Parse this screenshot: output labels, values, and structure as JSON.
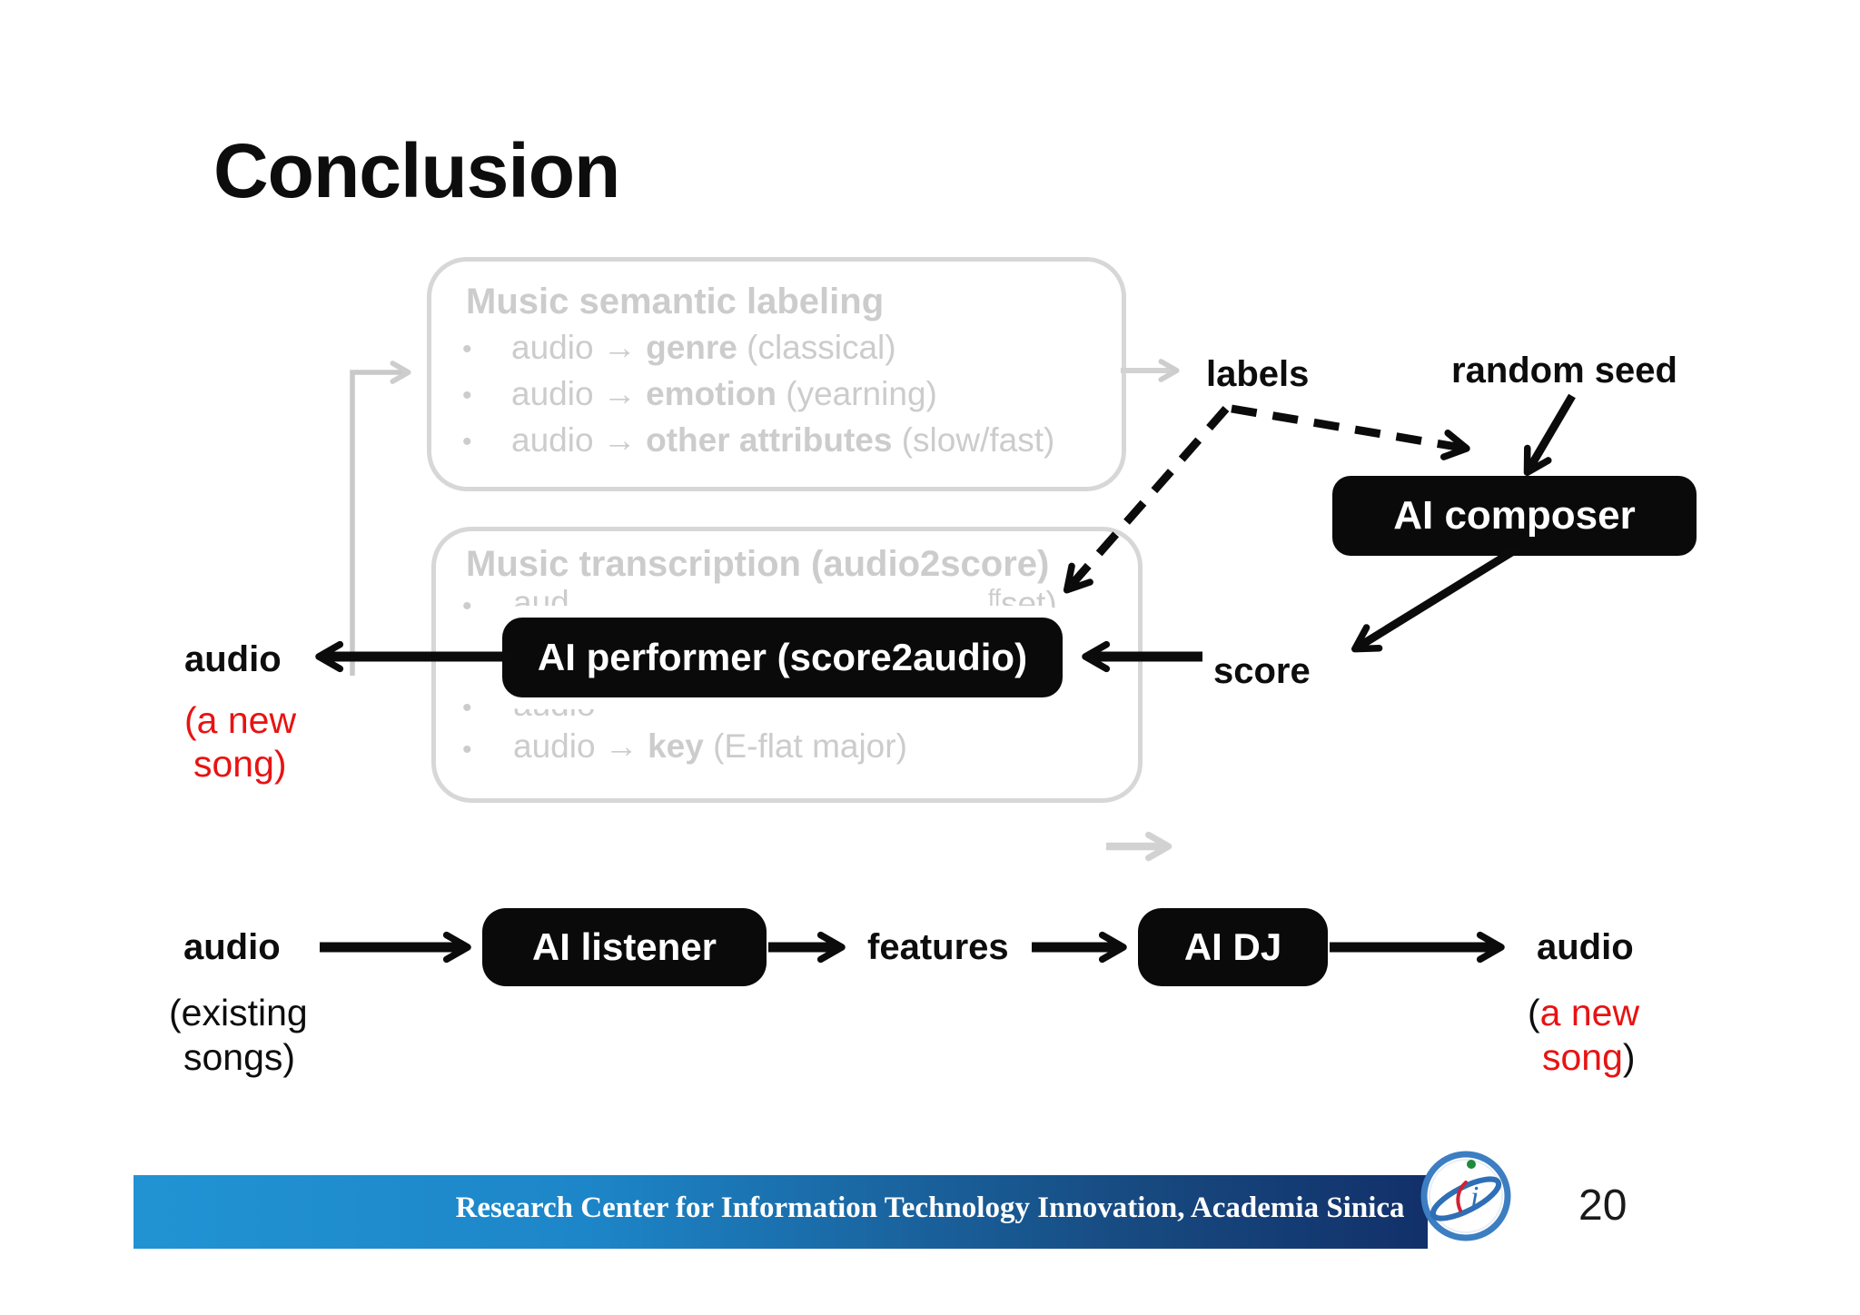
{
  "slide": {
    "title": "Conclusion",
    "page_number": "20"
  },
  "footer": {
    "text": "Research Center for Information Technology Innovation, Academia Sinica"
  },
  "ui": {
    "bullet": "•"
  },
  "semantic_box": {
    "title": "Music semantic labeling",
    "bullets": [
      {
        "pre": "audio → ",
        "bold": "genre",
        "post": " (classical)"
      },
      {
        "pre": "audio → ",
        "bold": "emotion",
        "post": " (yearning)"
      },
      {
        "pre": "audio → ",
        "bold": "other attributes",
        "post": " (slow/fast)"
      }
    ]
  },
  "transcription_box": {
    "title": "Music transcription (audio2score)",
    "fragment_left": "aud",
    "fragment_sup": "ff",
    "fragment_right": "set)",
    "fragment_mid": "audio",
    "bullet": {
      "pre": "audio → ",
      "bold": "key",
      "post": " (E-flat major)"
    }
  },
  "nodes": {
    "composer": "AI composer",
    "performer": "AI performer (score2audio)",
    "listener": "AI listener",
    "dj": "AI DJ"
  },
  "labels": {
    "labels": "labels",
    "random_seed": "random seed",
    "score": "score",
    "features": "features",
    "audio_left": "audio",
    "audio_left_note_line1": "(a new",
    "audio_left_note_line2": "song)",
    "audio_in": "audio",
    "audio_in_note_line1": "(existing",
    "audio_in_note_line2": "songs)",
    "audio_out": "audio",
    "audio_out_open_paren": "(",
    "audio_out_red_line1": "a new",
    "audio_out_red_line2": "song",
    "audio_out_close_paren": ")"
  },
  "colors": {
    "accent_red": "#e81313",
    "node_black": "#0a0a0a",
    "ghost_gray": "#d7d7d7",
    "ghost_text_gray": "#cccccc",
    "gray_arrow": "#cdcdcd",
    "footer_blue_light": "#2193d3",
    "footer_blue_dark": "#12306a"
  }
}
